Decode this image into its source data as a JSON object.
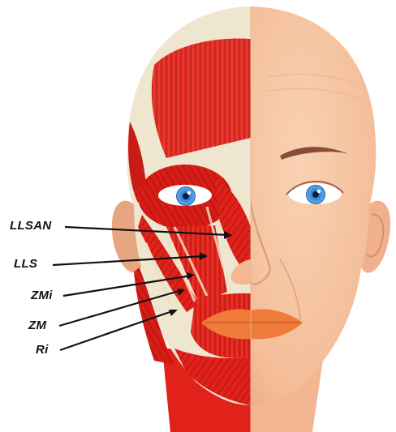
{
  "labels": {
    "llsan": "LLSAN",
    "lls": "LLS",
    "zmi": "ZMi",
    "zm": "ZM",
    "ri": "Ri"
  },
  "colors": {
    "skin": "#f6c39f",
    "skin_shadow": "#e9a887",
    "muscle": "#e0221b",
    "muscle_dark": "#a3120e",
    "skull": "#efe6cf",
    "iris": "#2f7ed3",
    "lips": "#f07a3a",
    "brow": "#8c4a3a"
  }
}
